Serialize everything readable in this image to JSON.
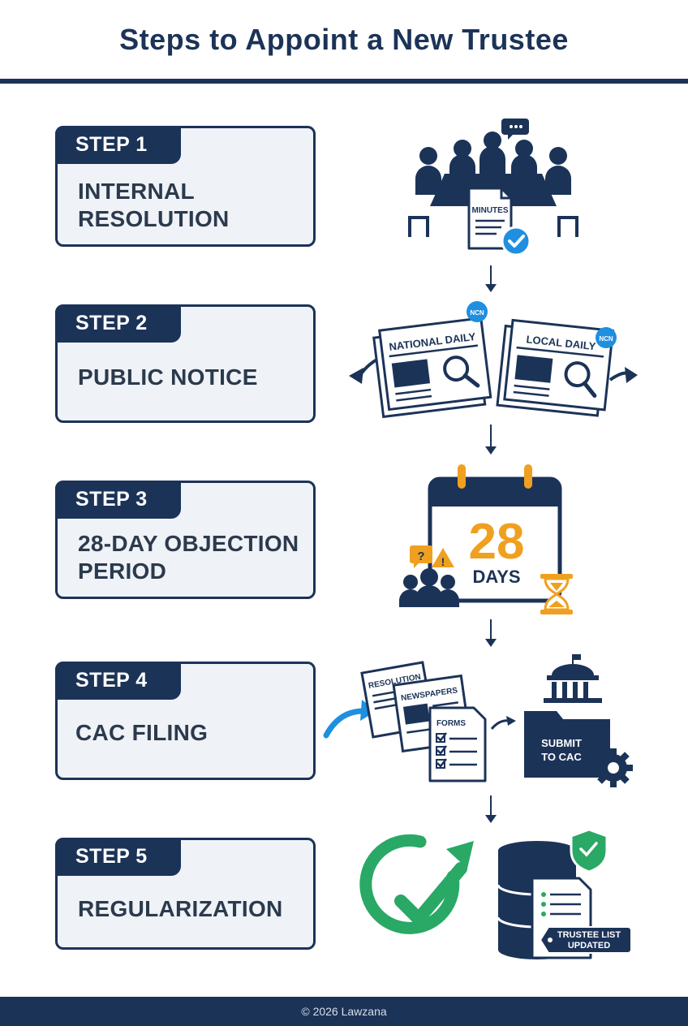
{
  "title": "Steps to Appoint a New Trustee",
  "steps": [
    {
      "tag": "STEP 1",
      "line1": "INTERNAL",
      "line2": "RESOLUTION",
      "icon": "meeting-minutes-icon"
    },
    {
      "tag": "STEP 2",
      "line1": "PUBLIC NOTICE",
      "line2": "",
      "icon": "newspapers-icon"
    },
    {
      "tag": "STEP 3",
      "line1": "28-DAY OBJECTION",
      "line2": "PERIOD",
      "icon": "calendar-hourglass-icon"
    },
    {
      "tag": "STEP 4",
      "line1": "CAC FILING",
      "line2": "",
      "icon": "documents-submit-icon"
    },
    {
      "tag": "STEP 5",
      "line1": "REGULARIZATION",
      "line2": "",
      "icon": "checkmark-database-icon"
    }
  ],
  "illustrations": {
    "minutes_label": "MINUTES",
    "national_daily": "NATIONAL DAILY",
    "local_daily": "LOCAL DAILY",
    "ncn_badge": "NCN",
    "calendar_number": "28",
    "calendar_unit": "DAYS",
    "doc_resolution": "RESOLUTION",
    "doc_newspapers": "NEWSPAPERS",
    "doc_forms": "FORMS",
    "submit_line1": "SUBMIT",
    "submit_line2": "TO CAC",
    "trustee_line1": "TRUSTEE LIST",
    "trustee_line2": "UPDATED"
  },
  "colors": {
    "navy": "#1c3358",
    "card_bg": "#eff2f7",
    "orange": "#f0a020",
    "green": "#2aa865",
    "blue": "#1f8fe0"
  },
  "footer": "© 2026 Lawzana"
}
